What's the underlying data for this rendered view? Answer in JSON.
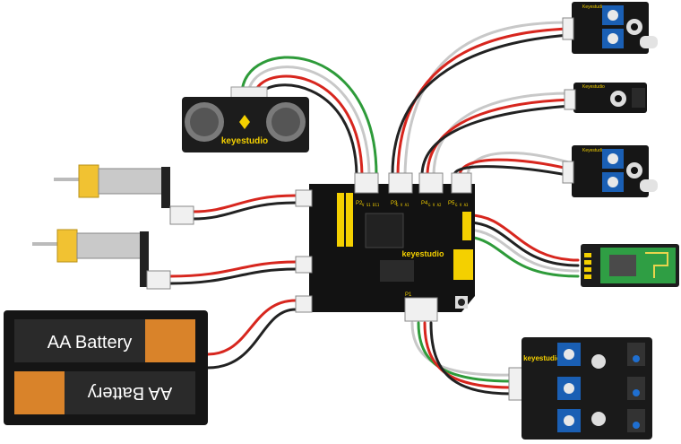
{
  "diagram": {
    "controller": {
      "brand": "keyestudio",
      "header_labels": [
        "P2",
        "P3",
        "P4",
        "P5",
        "P1"
      ],
      "pin_labels": [
        "V S1 D11",
        "G V A1",
        "G V A2",
        "G V A3"
      ]
    },
    "ultrasonic": {
      "brand": "keyestudio"
    },
    "line_tracker": {
      "brand": "keyestudio"
    },
    "sensor_brand": "Keyestudio",
    "battery_pack": {
      "cell_top_label": "AA Battery",
      "cell_bottom_label": "AA Battery"
    },
    "wire_colors": {
      "red": "#d7261e",
      "black": "#222222",
      "white": "#c8c8c8",
      "green": "#2e9b3a",
      "yellow": "#f5d31a",
      "blue": "#1f6fd1"
    }
  }
}
